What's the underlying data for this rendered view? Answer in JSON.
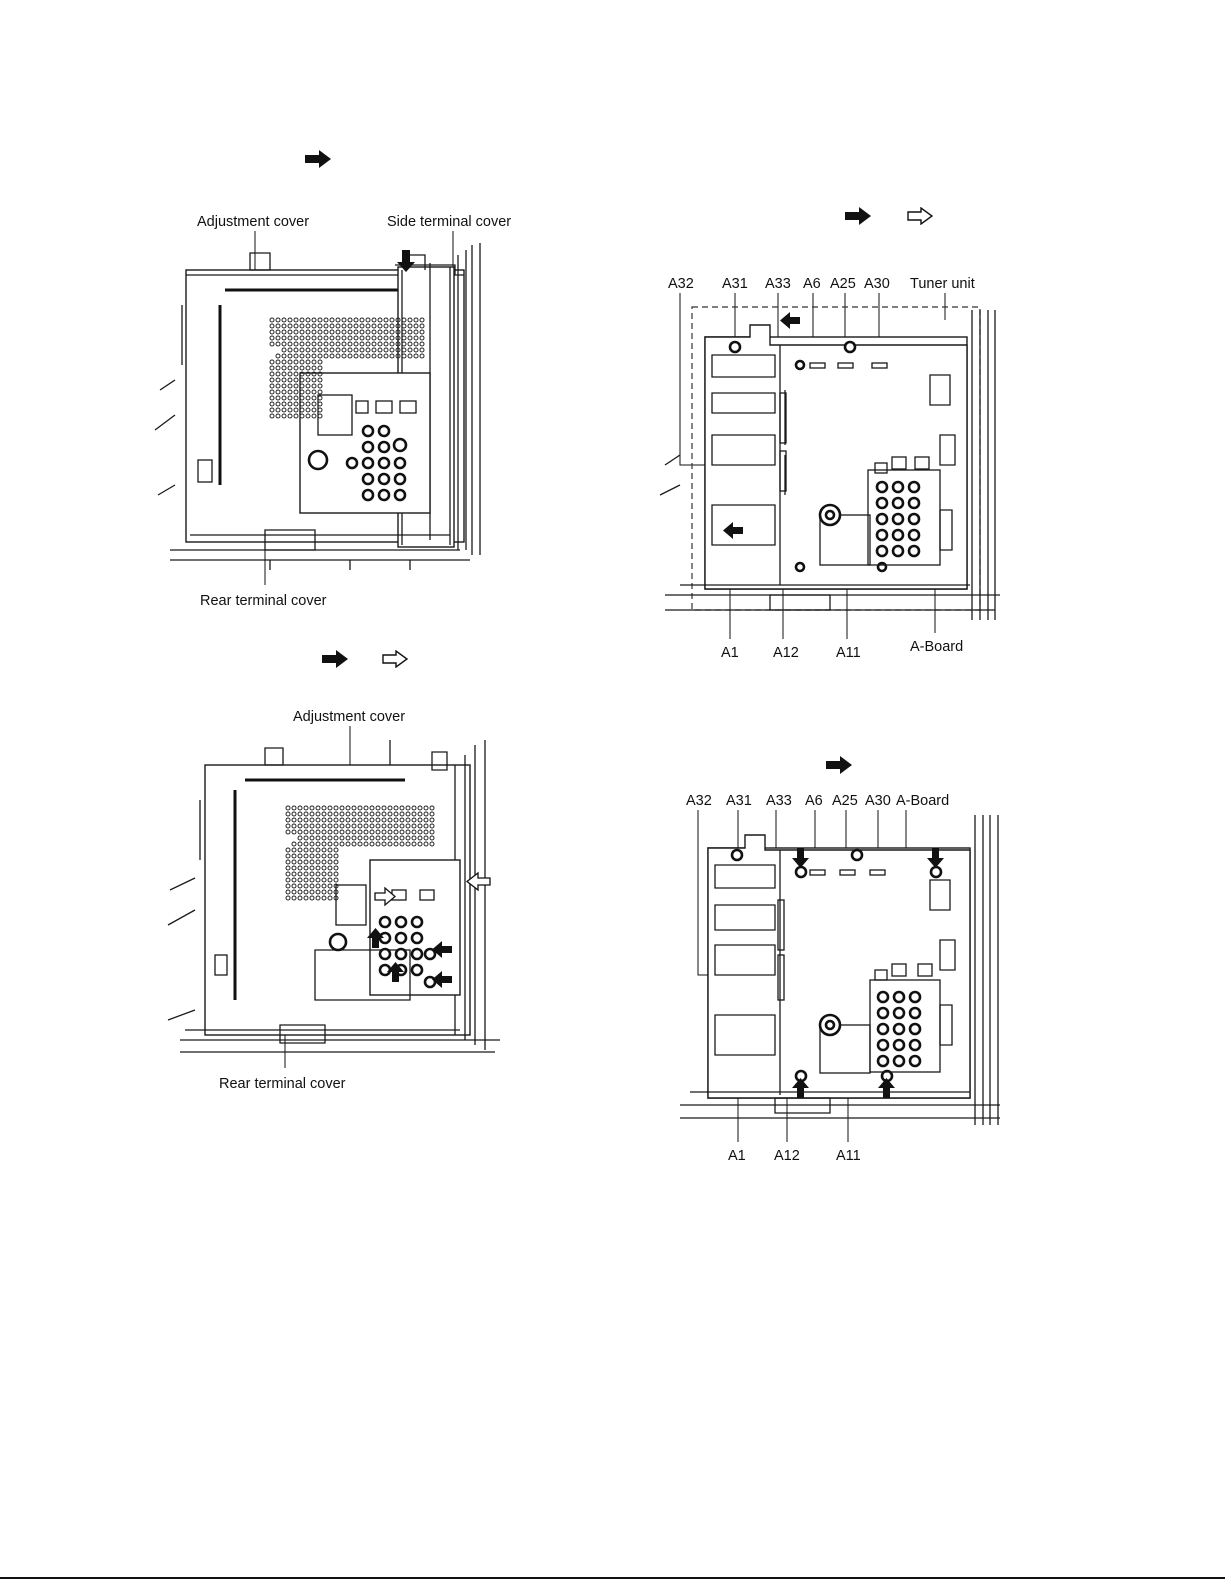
{
  "diagrams": {
    "fig1": {
      "labels": {
        "adjustment_cover": "Adjustment cover",
        "side_terminal_cover": "Side terminal cover",
        "rear_terminal_cover": "Rear terminal cover"
      }
    },
    "fig2": {
      "labels": {
        "adjustment_cover": "Adjustment cover",
        "rear_terminal_cover": "Rear terminal cover"
      }
    },
    "fig3": {
      "labels": {
        "a32": "A32",
        "a31": "A31",
        "a33": "A33",
        "a6": "A6",
        "a25": "A25",
        "a30": "A30",
        "tuner_unit": "Tuner unit",
        "a1": "A1",
        "a12": "A12",
        "a11": "A11",
        "a_board": "A-Board"
      }
    },
    "fig4": {
      "labels": {
        "a32": "A32",
        "a31": "A31",
        "a33": "A33",
        "a6": "A6",
        "a25": "A25",
        "a30": "A30",
        "a_board": "A-Board",
        "a1": "A1",
        "a12": "A12",
        "a11": "A11"
      }
    }
  },
  "icons": {
    "solid_arrow": "solid-arrow-icon",
    "outline_arrow": "outline-arrow-icon"
  }
}
